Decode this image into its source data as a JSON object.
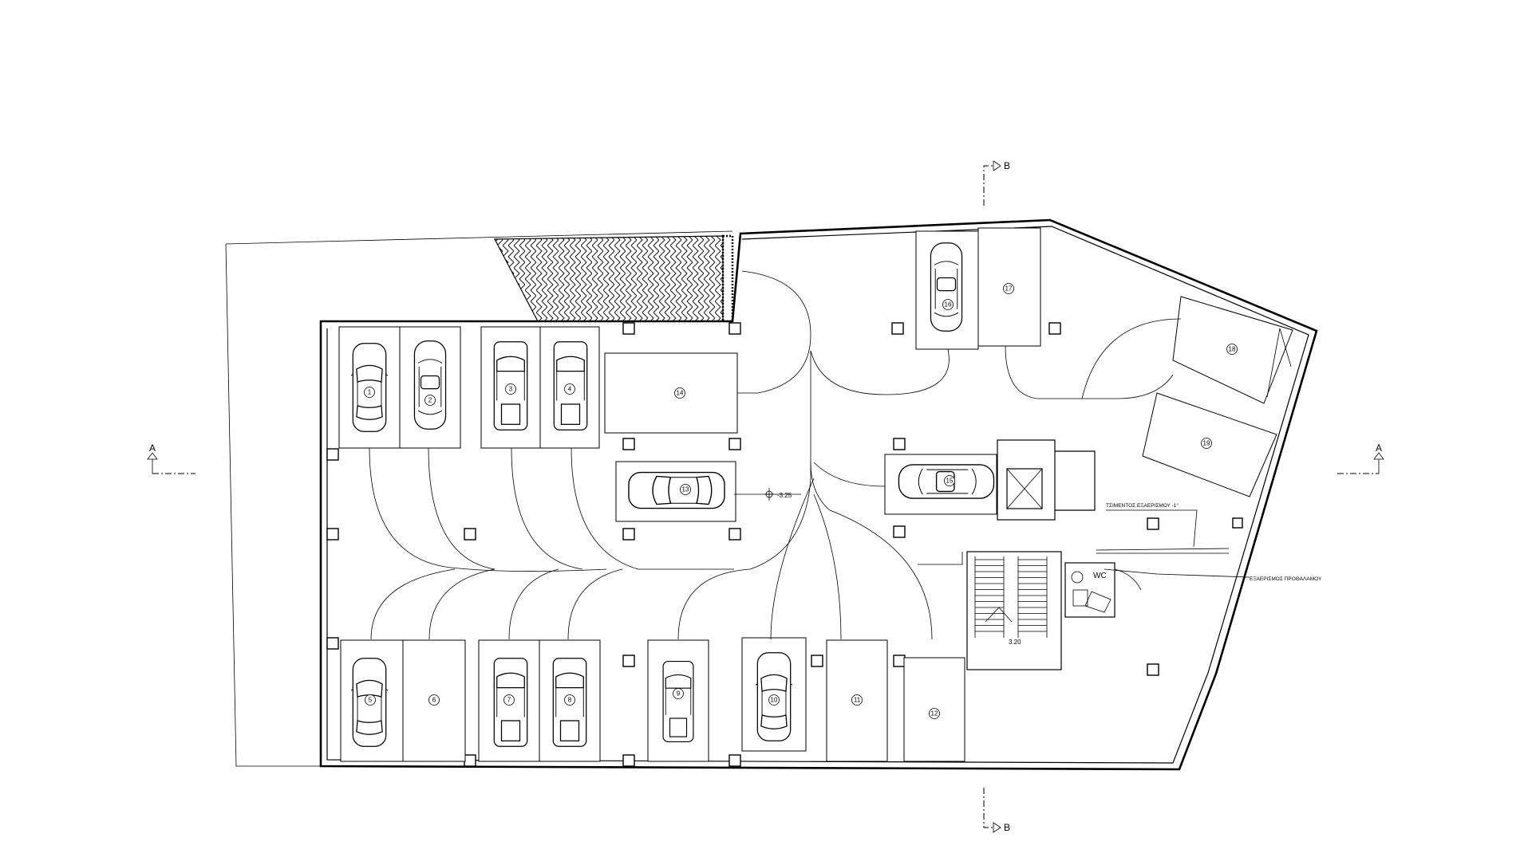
{
  "drawing": {
    "sections": {
      "a_left": "A",
      "a_right": "A",
      "b_top": "B",
      "b_bottom": "B"
    },
    "elevation": "-3.25",
    "stair_level": "3.20",
    "wc_label": "WC",
    "note_top": "ΤΣΙΜΕΝΤΟΣ ΕΞΑΕΡΙΣΜΟΥ -1°",
    "note_bottom": "ΕΞΑΕΡΙΣΜΟΣ ΠΡΟΘΑΛΑΜΟΥ",
    "spaces": [
      "1",
      "2",
      "3",
      "4",
      "5",
      "6",
      "7",
      "8",
      "9",
      "10",
      "11",
      "12",
      "13",
      "14",
      "15",
      "16",
      "17",
      "18",
      "19"
    ]
  }
}
